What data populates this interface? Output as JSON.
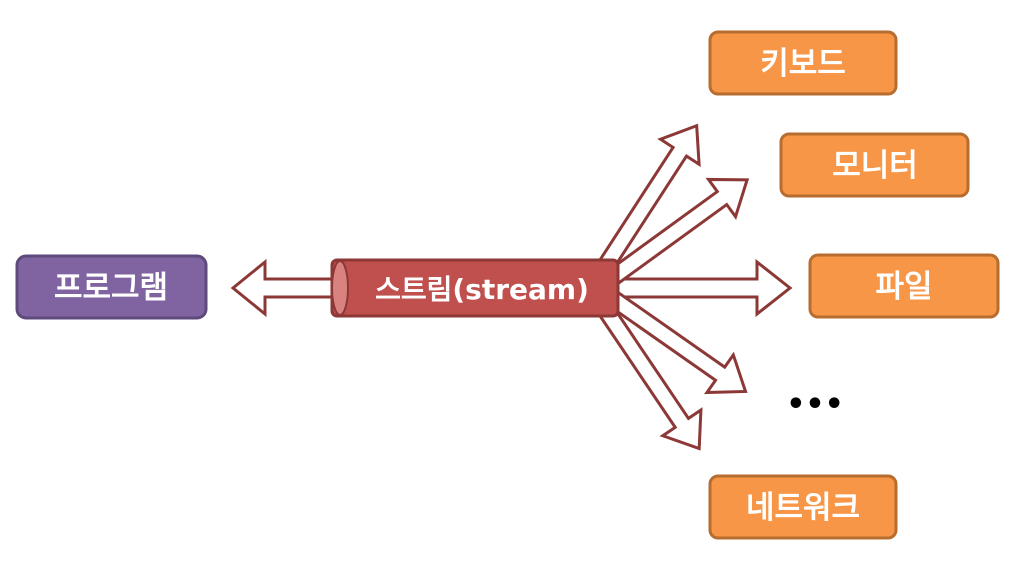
{
  "diagram": {
    "program": "프로그램",
    "stream": "스트림(stream)",
    "destinations": {
      "keyboard": "키보드",
      "monitor": "모니터",
      "file": "파일",
      "more": "•••",
      "network": "네트워크"
    }
  },
  "colors": {
    "program_fill": "#8064a2",
    "program_border": "#5f4a7c",
    "stream_fill": "#c0504d",
    "stream_border": "#8c3836",
    "destination_fill": "#f79646",
    "destination_border": "#b66d2f",
    "arrow_outline": "#8c3836",
    "arrow_fill": "#ffffff"
  }
}
